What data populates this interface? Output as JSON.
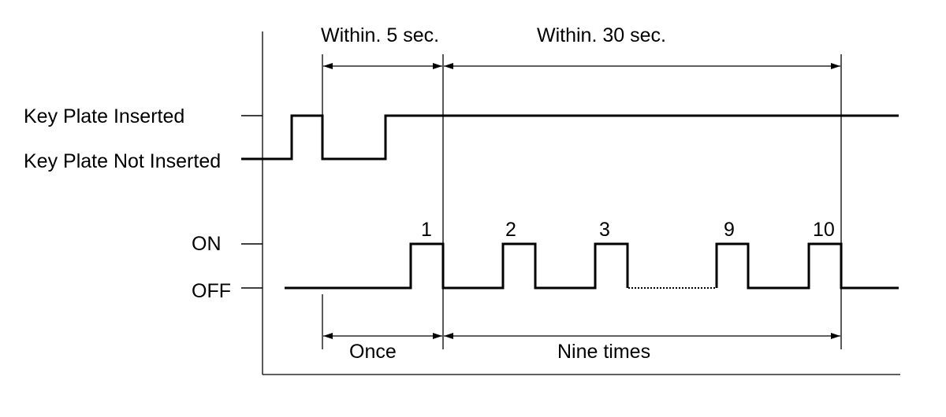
{
  "signals": {
    "key_plate_inserted": "Key Plate Inserted",
    "key_plate_not_inserted": "Key Plate Not Inserted",
    "on": "ON",
    "off": "OFF"
  },
  "intervals": {
    "within_5": "Within. 5 sec.",
    "within_30": "Within. 30 sec.",
    "once": "Once",
    "nine_times": "Nine times"
  },
  "pulse_numbers": [
    "1",
    "2",
    "3",
    "9",
    "10"
  ]
}
